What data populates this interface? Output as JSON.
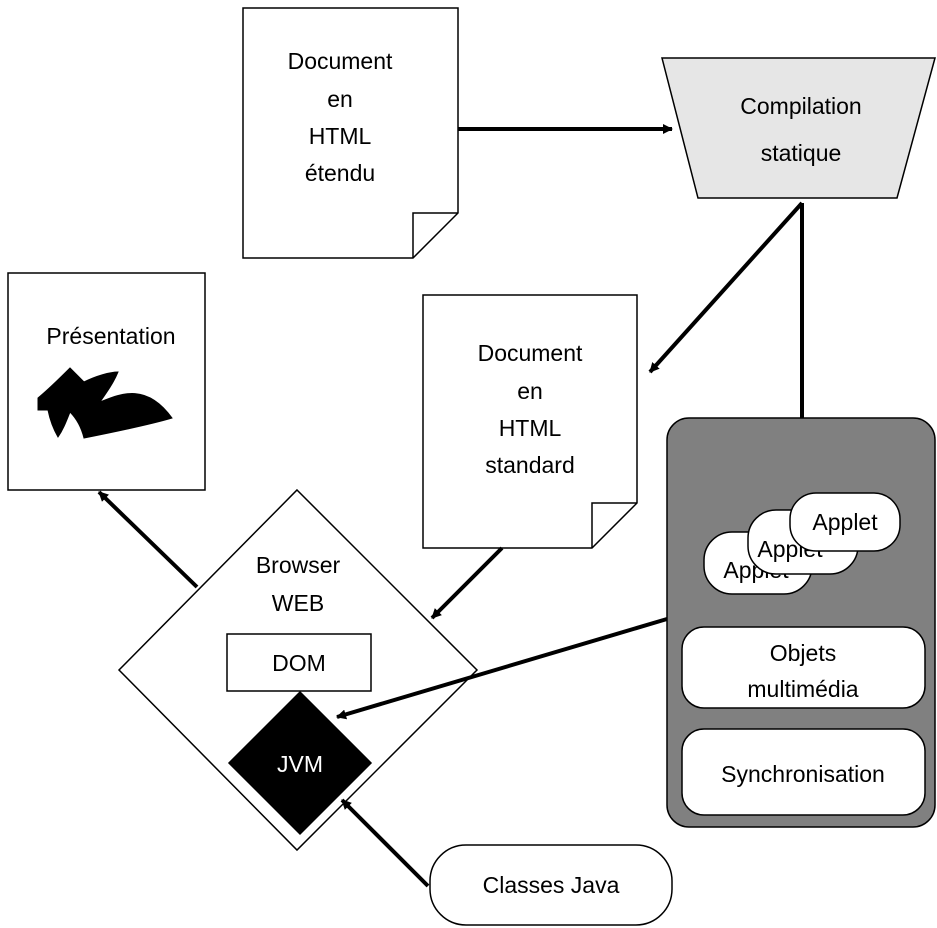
{
  "diagram": {
    "doc_extended": [
      "Document",
      "en",
      "HTML",
      "étendu"
    ],
    "compilation": [
      "Compilation",
      "statique"
    ],
    "doc_standard": [
      "Document",
      "en",
      "HTML",
      "standard"
    ],
    "presentation": "Présentation",
    "browser": [
      "Browser",
      "WEB"
    ],
    "dom": "DOM",
    "jvm": "JVM",
    "applets": [
      "Applet",
      "Applet",
      "Applet"
    ],
    "objets": [
      "Objets",
      "multimédia"
    ],
    "synchronisation": "Synchronisation",
    "classes_java": "Classes Java"
  },
  "colors": {
    "compilation_fill": "#e6e6e6",
    "group_fill": "#808080",
    "jvm_fill": "#000000"
  }
}
